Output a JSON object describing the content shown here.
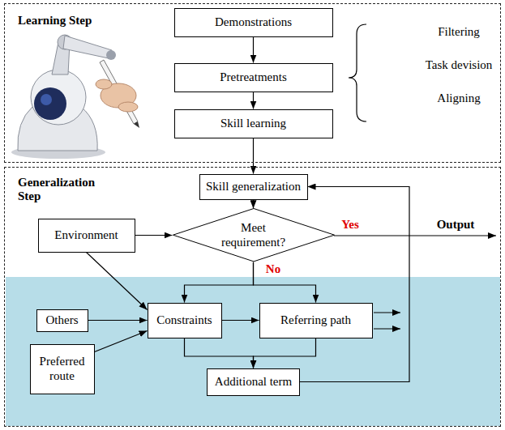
{
  "diagram": {
    "nodes": [
      {
        "text": [
          "Learning Step"
        ]
      },
      {
        "text": [
          "Demonstrations"
        ],
        "in": 0
      },
      {
        "text": [
          "Pretreatments"
        ],
        "in": 0
      },
      {
        "text": [
          "Skill learning"
        ],
        "in": 0
      },
      {
        "text": [
          "Generalization Step"
        ]
      },
      {
        "text": [
          "Skill generalization"
        ],
        "in": 4
      },
      {
        "text": [
          "Environment"
        ],
        "in": 4
      },
      {
        "text": [
          "Meet requirement?"
        ],
        "in": 4
      },
      {
        "text": [
          "Others"
        ],
        "in": 4
      },
      {
        "text": [
          "Constraints"
        ],
        "in": 4
      },
      {
        "text": [
          "Referring path"
        ],
        "in": 4
      },
      {
        "text": [
          "Preferred route"
        ],
        "in": 4
      },
      {
        "text": [
          "Additional term"
        ],
        "in": 4
      }
    ],
    "edges": [
      {
        "from": 1,
        "to": 2,
        "arrow": "to"
      },
      {
        "from": 2,
        "to": 3,
        "arrow": "to"
      },
      {
        "from": 3,
        "to": 5,
        "arrow": "to"
      },
      {
        "from": 5,
        "to": 7,
        "arrow": "to"
      },
      {
        "from": 6,
        "to": 7,
        "arrow": "to"
      },
      {
        "from": 7,
        "to": 9,
        "arrow": "to"
      },
      {
        "from": 7,
        "to": 10,
        "arrow": "to"
      },
      {
        "from": 6,
        "to": 9,
        "arrow": "to"
      },
      {
        "from": 8,
        "to": 9,
        "arrow": "to"
      },
      {
        "from": 11,
        "to": 9,
        "arrow": "to"
      },
      {
        "from": 9,
        "to": 10,
        "arrow": "to"
      },
      {
        "from": 9,
        "to": 12,
        "arrow": "to"
      },
      {
        "from": 10,
        "to": 12,
        "arrow": "to"
      },
      {
        "from": 12,
        "to": 5,
        "arrow": "to"
      }
    ],
    "labels": [
      "Filtering",
      "Task devision",
      "Aligning",
      "Yes",
      "No",
      "Output"
    ]
  }
}
